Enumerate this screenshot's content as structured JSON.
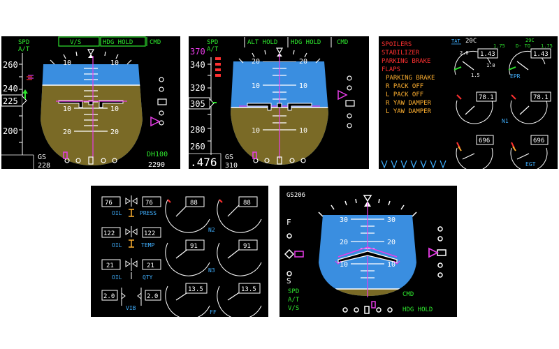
{
  "colors": {
    "sky": "#3a8ee0",
    "ground": "#7a6a26",
    "green": "#2ee62e",
    "magenta": "#e83ce8",
    "red": "#ff3030",
    "amber": "#ffb030",
    "cyan": "#40b0ff",
    "white": "#ffffff"
  },
  "pfd1": {
    "fma_speed": "SPD",
    "fma_at": "A/T",
    "fma_vert": "V/S",
    "fma_lat": "HDG HOLD",
    "fma_cmd": "CMD",
    "speed_ticks": [
      "260",
      "240",
      "225",
      "200"
    ],
    "pitch_up": [
      "10",
      "10"
    ],
    "pitch_down": [
      "10",
      "10",
      "20",
      "20"
    ],
    "gs_label": "GS",
    "gs_value": "228",
    "minimums": "DH100",
    "altitude": "2290",
    "icons": [
      "attitude-sphere",
      "aircraft-symbol",
      "bank-pointer",
      "marker-dots",
      "v-bar-icon"
    ]
  },
  "pfd2": {
    "fma_speed": "SPD",
    "fma_at": "A/T",
    "fma_vert": "ALT HOLD",
    "fma_lat": "HDG HOLD",
    "fma_cmd": "CMD",
    "speed_bug": "370",
    "speed_ticks": [
      "340",
      "320",
      "305",
      "280",
      "260"
    ],
    "pitch_up": [
      "20",
      "20",
      "10",
      "10"
    ],
    "pitch_down": [
      "10",
      "10"
    ],
    "mach": ".476",
    "gs_label": "GS",
    "gs_value": "310"
  },
  "eicas": {
    "warnings": [
      "SPOILERS",
      "STABILIZER",
      "PARKING BRAKE",
      "FLAPS"
    ],
    "cautions": [
      "PARKING BRAKE",
      "R PACK OFF",
      "L PACK OFF",
      "R YAW DAMPER",
      "L YAW DAMPER"
    ],
    "tat_label": "TAT",
    "tat_value": "20C",
    "tat_top_right": "29C",
    "tat_sub": "D- TO",
    "epr_ref_left": "1.75",
    "epr_ref_right": "1.75",
    "epr_left": "1.43",
    "epr_right": "1.43",
    "epr_scale": [
      "2.0",
      "1.5",
      "1.0"
    ],
    "epr_label": "EPR",
    "n1_left": "78.1",
    "n1_right": "78.1",
    "n1_label": "N1",
    "egt_left": "696",
    "egt_right": "696",
    "egt_label": "EGT"
  },
  "secondary": {
    "oil_press_left": "76",
    "oil_press_right": "76",
    "oil_label": "OIL",
    "press_label": "PRESS",
    "oil_temp_left": "122",
    "oil_temp_right": "122",
    "temp_label": "TEMP",
    "oil_qty_left": "21",
    "oil_qty_right": "21",
    "qty_label": "QTY",
    "vib_left": "2.0",
    "vib_right": "2.0",
    "vib_label": "VIB",
    "n2_left": "88",
    "n2_right": "88",
    "n2_label": "N2",
    "n3_left": "91",
    "n3_right": "91",
    "n3_label": "N3",
    "ff_left": "13.5",
    "ff_right": "13.5",
    "ff_label": "FF"
  },
  "pfd3": {
    "gs": "GS206",
    "f_label": "F",
    "s_label": "S",
    "pitch_up": [
      "30",
      "30",
      "20",
      "20",
      "10",
      "10"
    ],
    "fma_speed": "SPD",
    "fma_at": "A/T",
    "fma_vert": "V/S",
    "fma_cmd": "CMD",
    "fma_lat": "HDG HOLD"
  }
}
